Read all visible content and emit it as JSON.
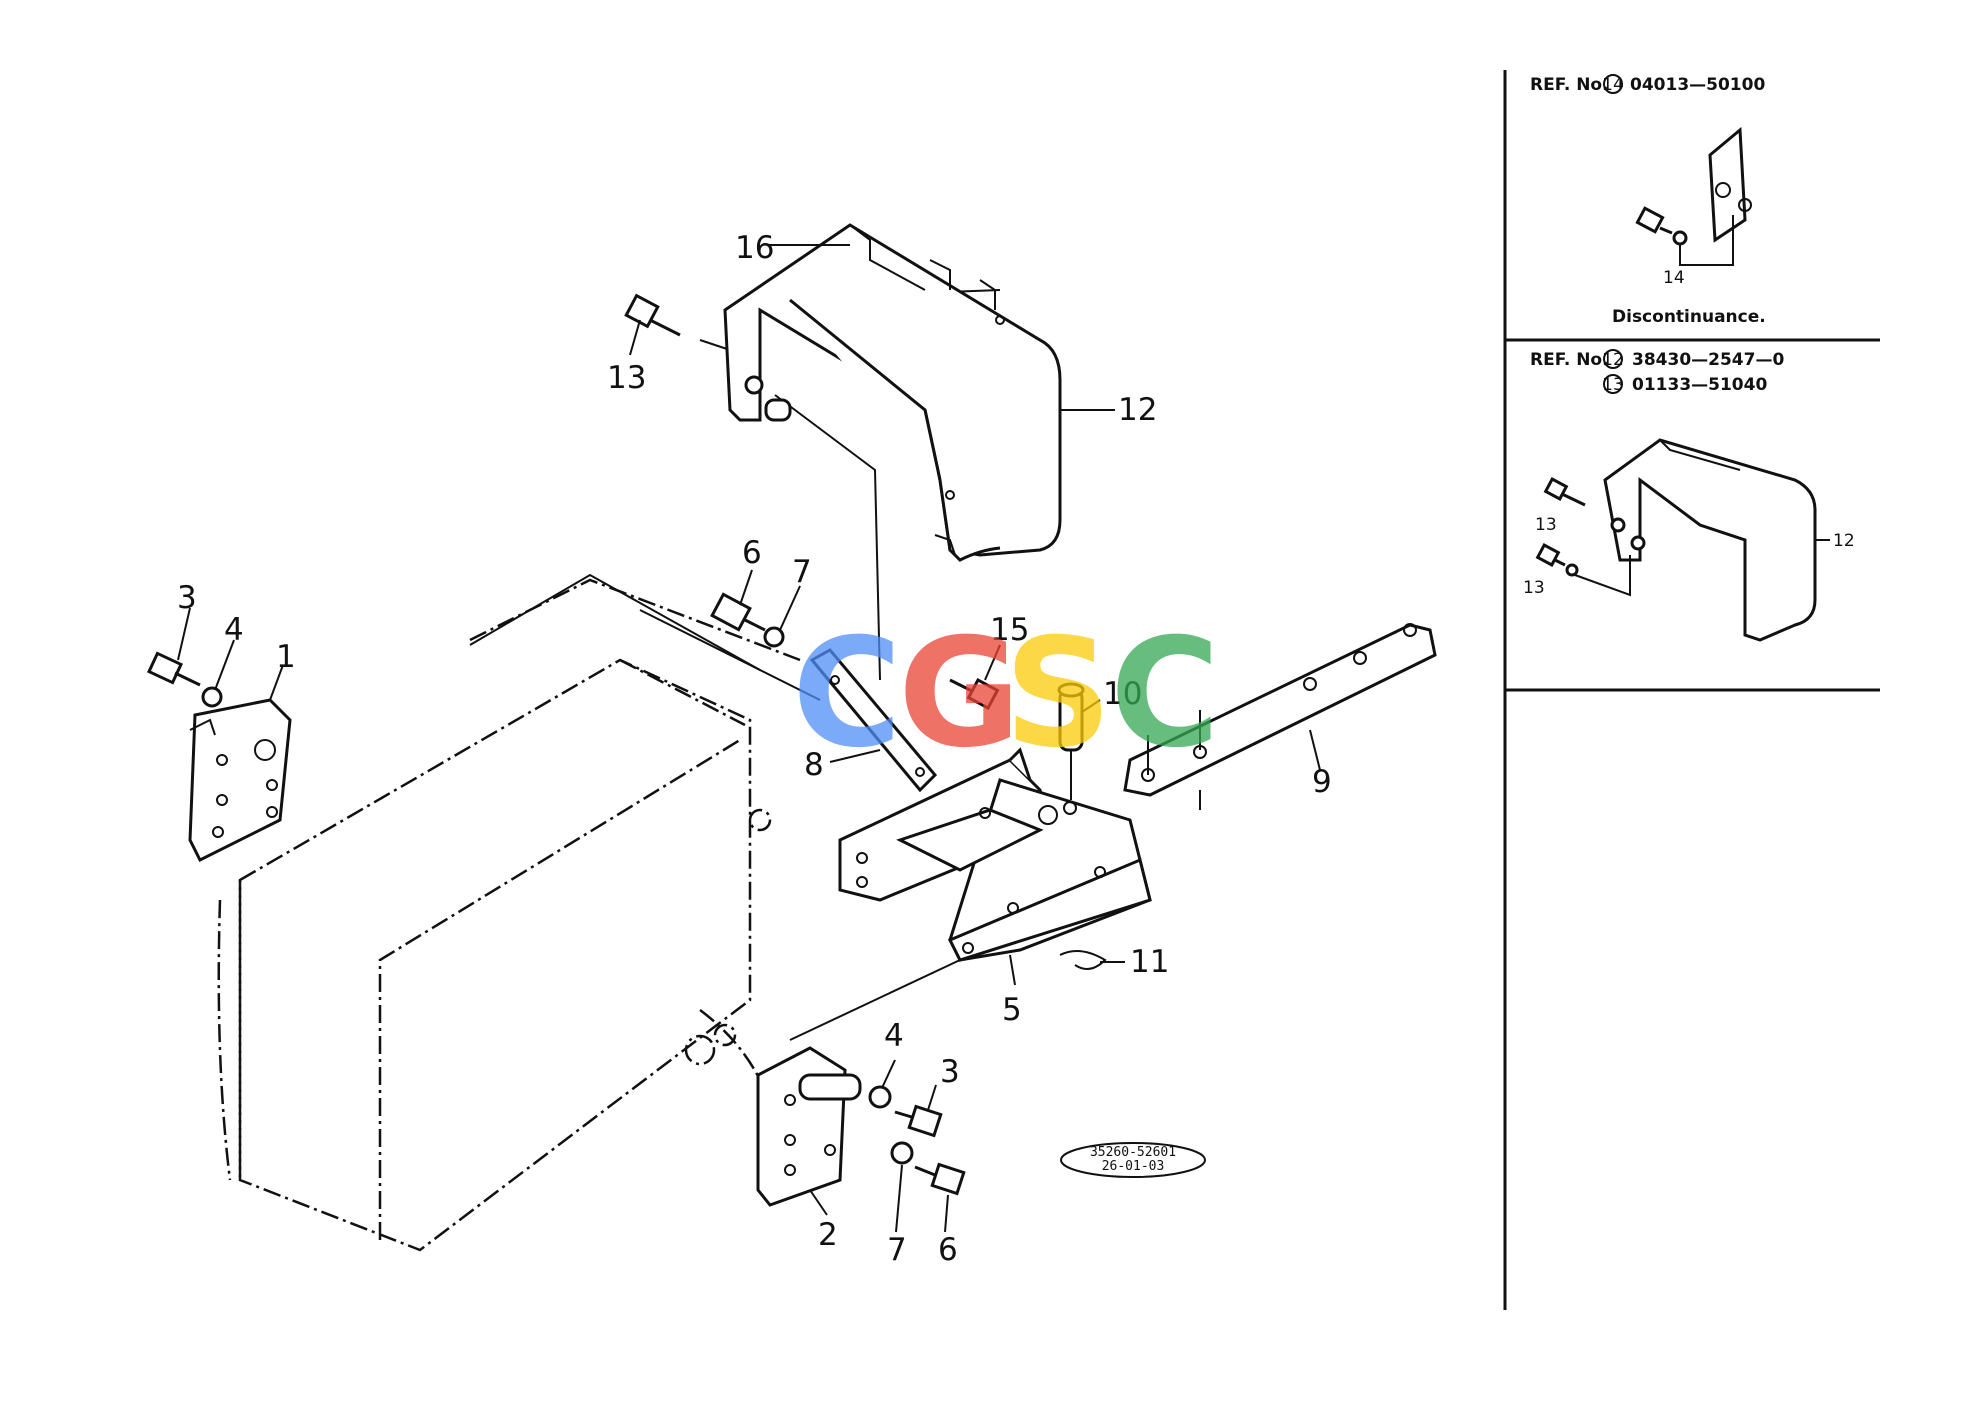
{
  "callouts": {
    "c1": "1",
    "c2": "2",
    "c3a": "3",
    "c3b": "3",
    "c4a": "4",
    "c4b": "4",
    "c5": "5",
    "c6a": "6",
    "c6b": "6",
    "c7a": "7",
    "c7b": "7",
    "c8": "8",
    "c9": "9",
    "c10": "10",
    "c11": "11",
    "c12": "12",
    "c13": "13",
    "c15": "15",
    "c16": "16"
  },
  "ref_panel_1": {
    "ref_label": "REF. No.",
    "ref_number": "14",
    "part_no": "04013—50100",
    "callout": "14",
    "note": "Discontinuance."
  },
  "ref_panel_2": {
    "ref_label": "REF. No.",
    "ref_number_a": "12",
    "part_no_a": "38430—2547—0",
    "ref_number_b": "13",
    "part_no_b": "01133—51040",
    "callout_12": "12",
    "callout_13a": "13",
    "callout_13b": "13"
  },
  "stamp": {
    "line1": "35260-52601",
    "line2": "26-01-03"
  },
  "watermark": {
    "letters": [
      "C",
      "G",
      "S",
      "C"
    ],
    "colors": [
      "#4f8ef7",
      "#ea4335",
      "#fbcb0a",
      "#34a853"
    ]
  }
}
